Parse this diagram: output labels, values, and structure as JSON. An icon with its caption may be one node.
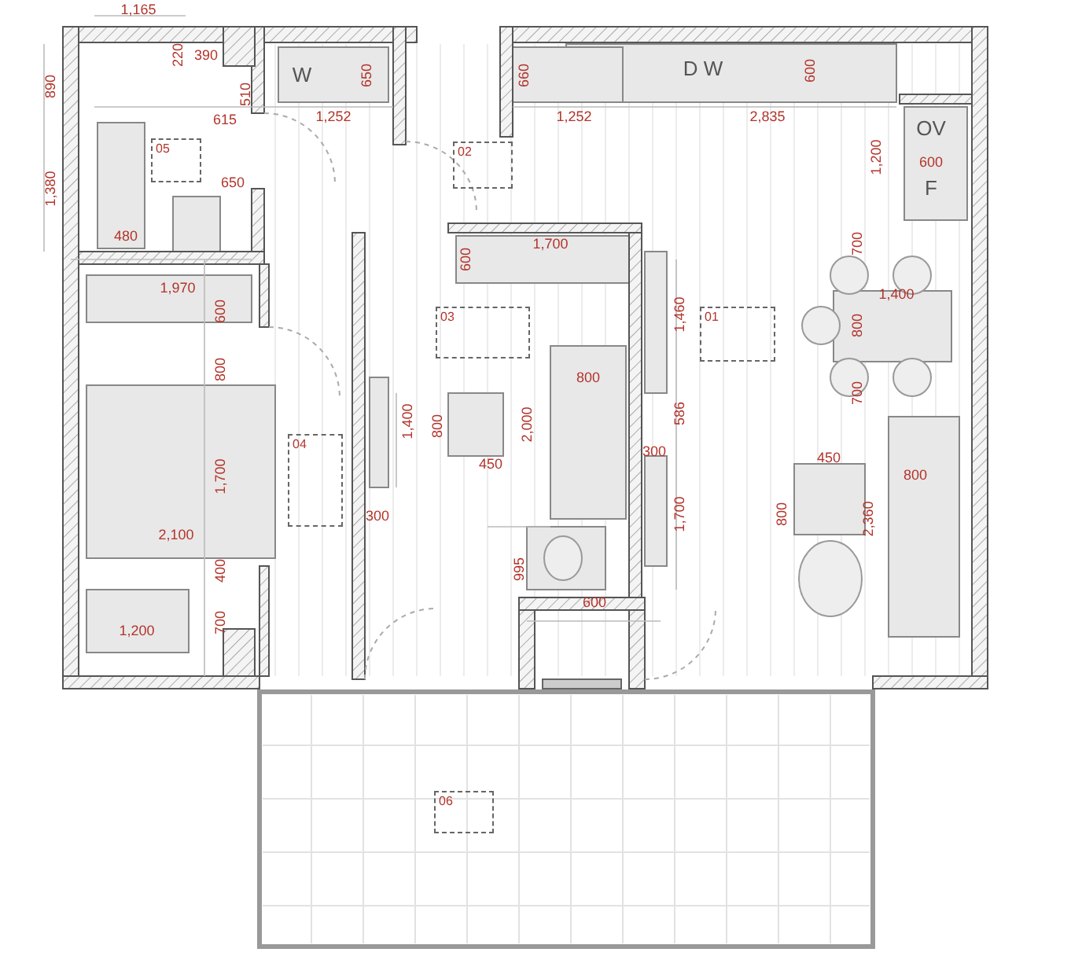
{
  "diagram": {
    "nodes": [
      {
        "text": [
          "02"
        ]
      },
      {
        "text": [
          "05"
        ]
      },
      {
        "text": [
          "03"
        ]
      },
      {
        "text": [
          "01"
        ]
      },
      {
        "text": [
          "04"
        ]
      },
      {
        "text": [
          "06"
        ]
      }
    ],
    "labels": [
      "1,165",
      "220",
      "390",
      "890",
      "W",
      "650",
      "660",
      "D W",
      "600",
      "615",
      "510",
      "1,252",
      "1,252",
      "2,835",
      "OV",
      "600",
      "F",
      "1,380",
      "1,200",
      "650",
      "480",
      "1,700",
      "600",
      "700",
      "1,400",
      "1,970",
      "600",
      "1,460",
      "800",
      "800",
      "800",
      "1,400",
      "800",
      "2,000",
      "586",
      "700",
      "450",
      "300",
      "300",
      "1,700",
      "450",
      "800",
      "800",
      "2,360",
      "2,100",
      "1,700",
      "995",
      "600",
      "400",
      "700",
      "1,200"
    ]
  }
}
